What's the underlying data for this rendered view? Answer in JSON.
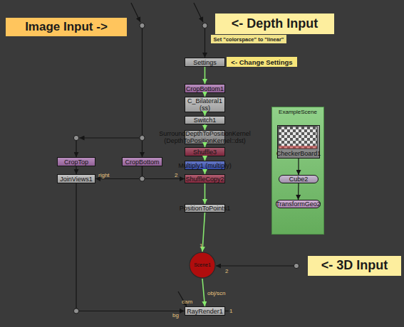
{
  "diagram": {
    "nodes": [
      {
        "text": [
          "Image Input ->"
        ]
      },
      {
        "text": [
          "<- Depth Input"
        ]
      },
      {
        "text": [
          "Set \"colorspace\" to \"linear\""
        ]
      },
      {
        "text": [
          "Settings"
        ]
      },
      {
        "text": [
          "<- Change Settings"
        ]
      },
      {
        "text": [
          "CropBottom1"
        ]
      },
      {
        "text": [
          "C_Bilateral1",
          "(ss)"
        ]
      },
      {
        "text": [
          "ExampleScene"
        ]
      },
      {
        "text": [
          "CheckerBoard1"
        ],
        "in": 7
      },
      {
        "text": [
          "Switch1"
        ]
      },
      {
        "text": [
          "SurroundDepthToPositionKernel",
          "(DepthToPositionKernel::dst)"
        ]
      },
      {
        "text": [
          "Shuffle3"
        ]
      },
      {
        "text": [
          "CropTop"
        ]
      },
      {
        "text": [
          "CropBottom"
        ]
      },
      {
        "text": [
          "Multiply1 (multiply)"
        ]
      },
      {
        "text": [
          "JoinViews1"
        ]
      },
      {
        "text": [
          "Cube2"
        ],
        "in": 7
      },
      {
        "text": [
          "ShuffleCopy2"
        ]
      },
      {
        "text": [
          "TransformGeo2"
        ],
        "in": 7
      },
      {
        "text": [
          "PositionToPoints1"
        ]
      },
      {
        "text": [
          "<- 3D Input"
        ]
      },
      {
        "text": [
          "Scene1"
        ]
      },
      {
        "text": [
          "RayRender1"
        ]
      }
    ],
    "edges": [
      {
        "from": 3,
        "to": 5,
        "arrow": "to"
      },
      {
        "from": 5,
        "to": 6,
        "arrow": "to"
      },
      {
        "from": 6,
        "to": 9,
        "arrow": "to"
      },
      {
        "from": 9,
        "to": 10,
        "arrow": "to"
      },
      {
        "from": 10,
        "to": 11,
        "arrow": "to"
      },
      {
        "from": 11,
        "to": 14,
        "arrow": "to"
      },
      {
        "from": 14,
        "to": 17,
        "arrow": "to"
      },
      {
        "from": 17,
        "to": 19,
        "arrow": "to"
      },
      {
        "from": 19,
        "to": 21,
        "label": "1",
        "arrow": "to"
      },
      {
        "from": 21,
        "to": 22,
        "label": "obj/scn",
        "arrow": "to"
      },
      {
        "from": 13,
        "to": 17,
        "label": "2",
        "arrow": "to"
      },
      {
        "from": 13,
        "to": 15,
        "label": "right",
        "arrow": "to"
      },
      {
        "from": 12,
        "to": 15,
        "arrow": "to"
      },
      {
        "from": 15,
        "to": 22,
        "label": "bg",
        "arrow": "to"
      },
      {
        "from": 8,
        "to": 16,
        "arrow": "to"
      },
      {
        "from": 16,
        "to": 18,
        "arrow": "to"
      }
    ],
    "labels": [
      "2",
      "cam",
      "1"
    ]
  }
}
